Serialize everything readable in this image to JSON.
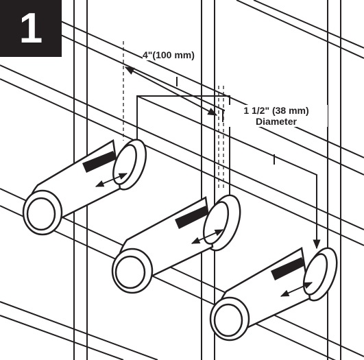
{
  "step": {
    "number": "1"
  },
  "dimensions": {
    "spacing": "4\"(100 mm)",
    "diameter_value": "1 1/2\" (38 mm)",
    "diameter_label": "Diameter"
  },
  "colors": {
    "ink": "#231f20",
    "background": "#ffffff",
    "badge": "#231f20"
  }
}
